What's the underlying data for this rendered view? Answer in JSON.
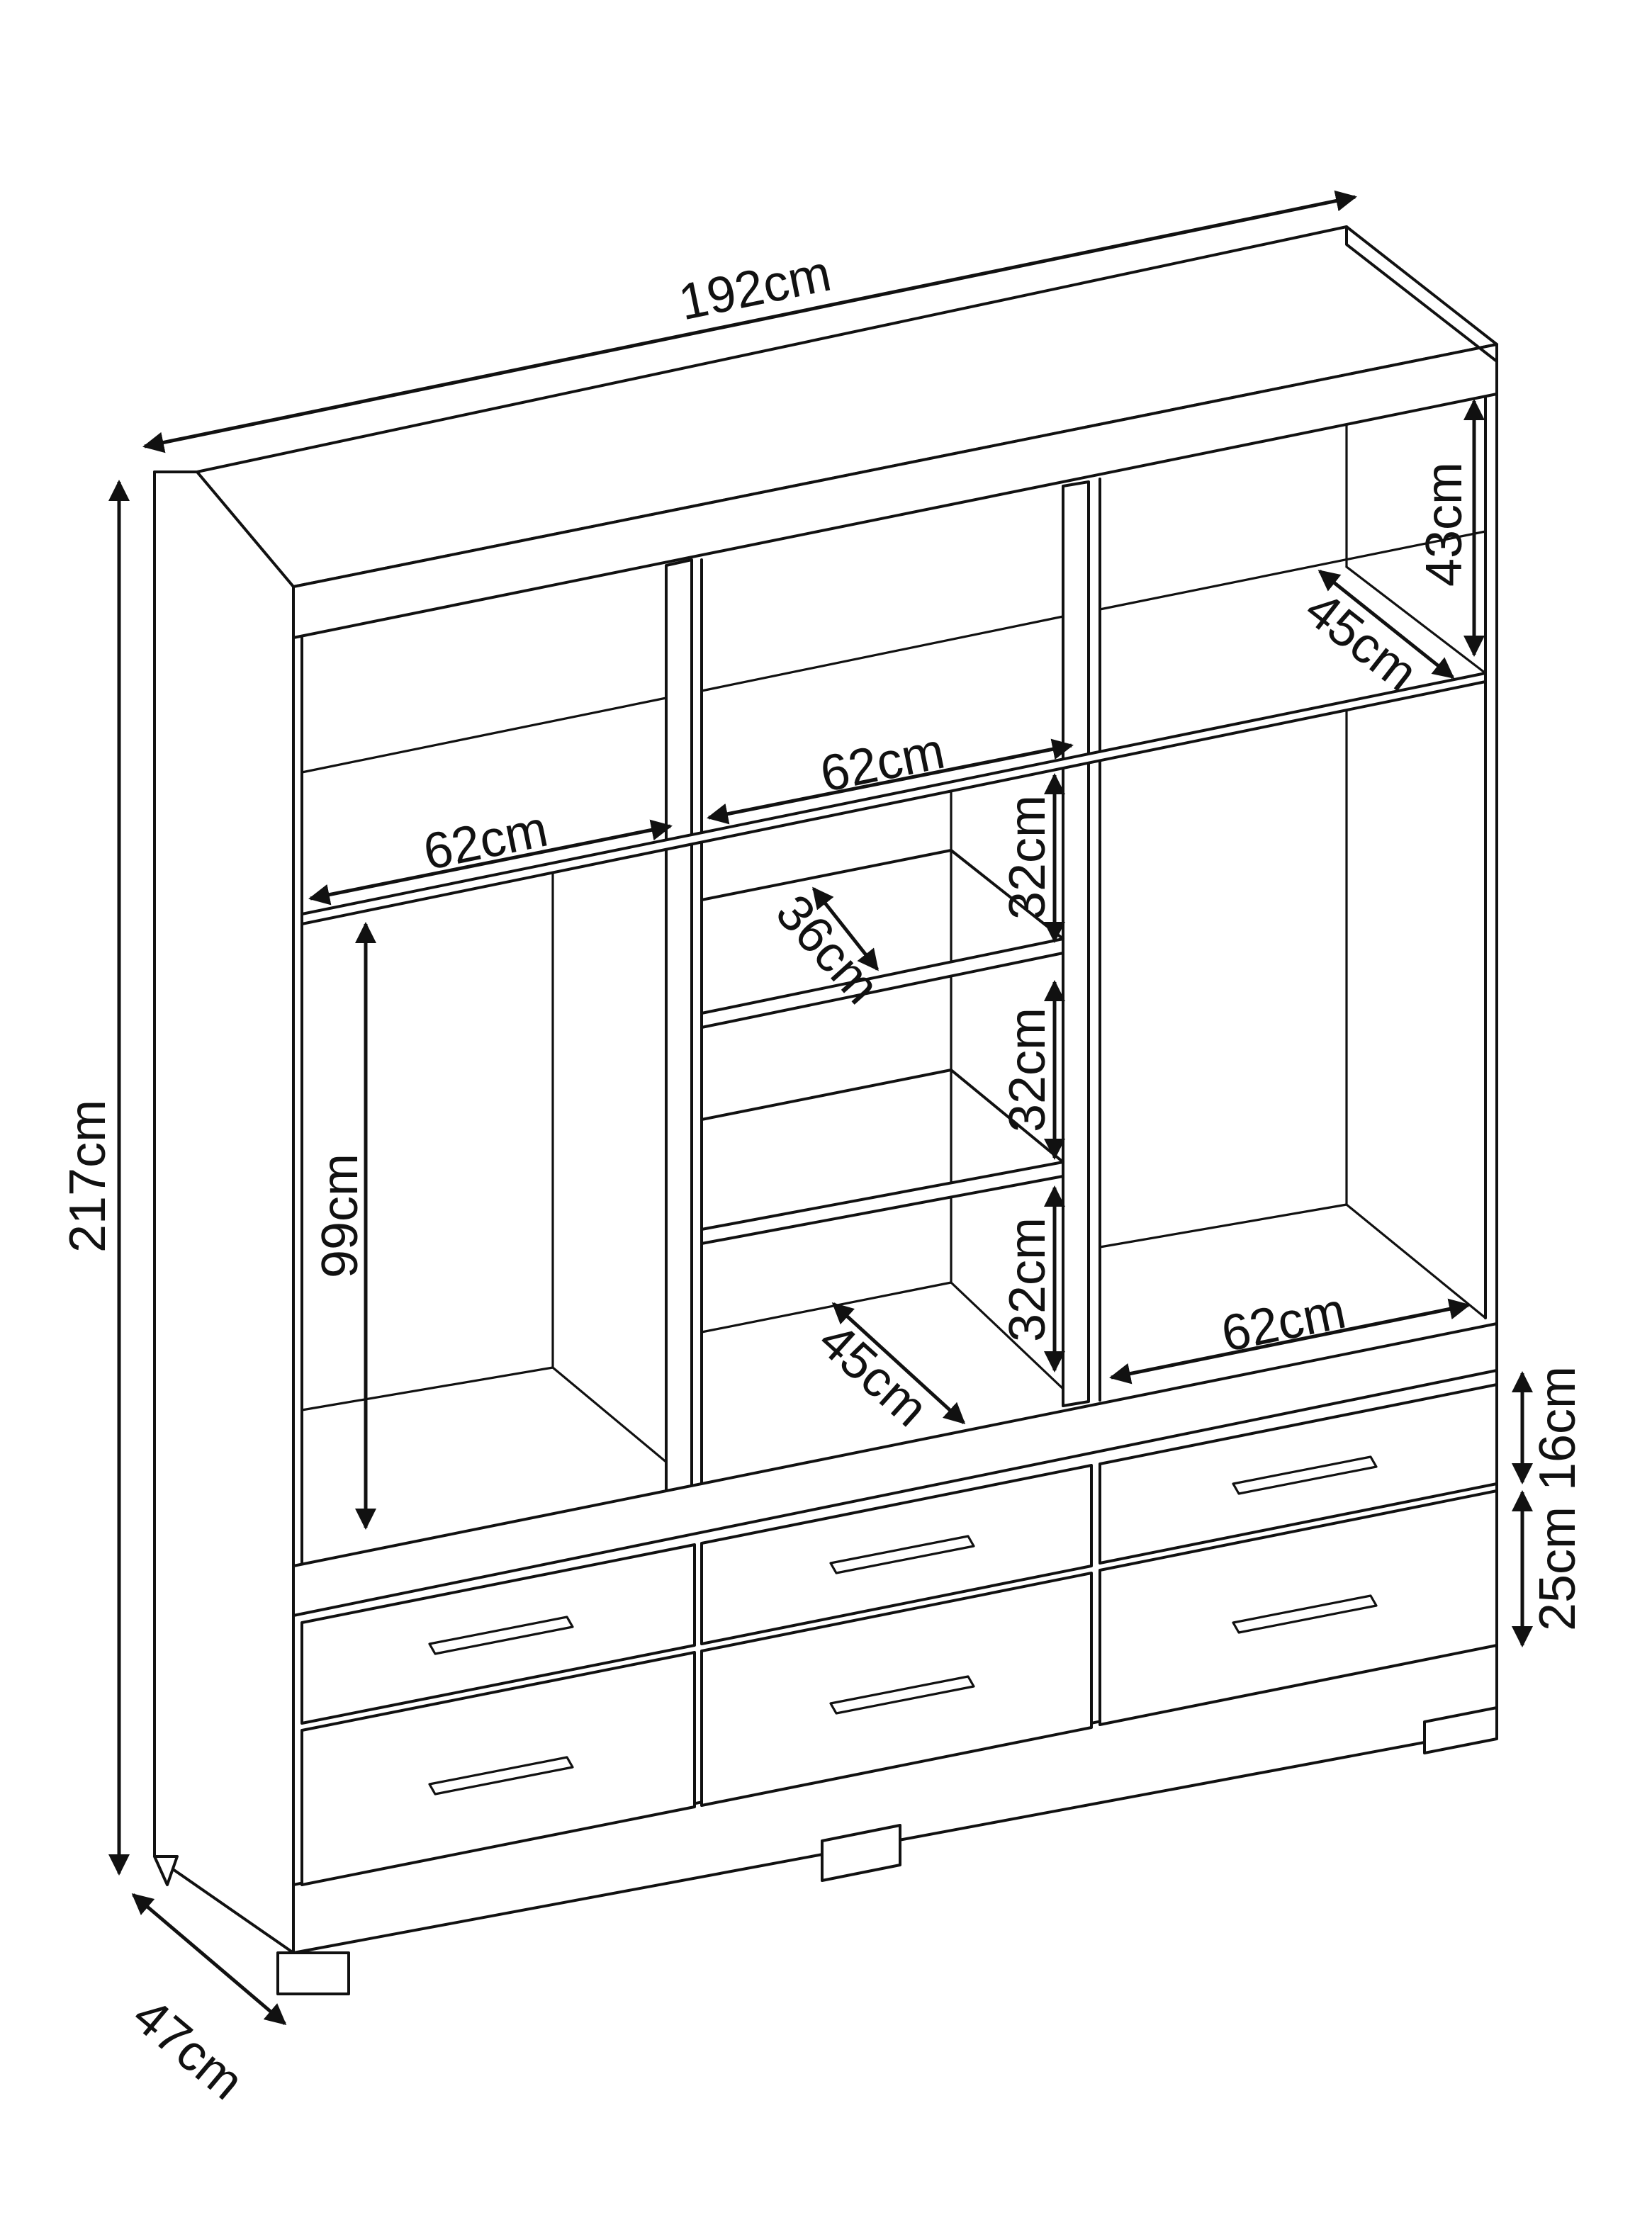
{
  "colors": {
    "line": "#111111",
    "background": "#ffffff"
  },
  "dimensions": {
    "total_width": "192cm",
    "total_height": "217cm",
    "depth": "47cm",
    "top_niche_height": "43cm",
    "top_niche_depth": "45cm",
    "left_shelf_width": "62cm",
    "center_shelf_width": "62cm",
    "right_floor_width": "62cm",
    "hanging_height": "99cm",
    "shelf_depth": "36cm",
    "shelf_gap_1": "32cm",
    "shelf_gap_2": "32cm",
    "shelf_gap_3": "32cm",
    "center_floor_depth": "45cm",
    "top_drawer_height": "16cm",
    "lower_drawer_height": "25cm"
  }
}
